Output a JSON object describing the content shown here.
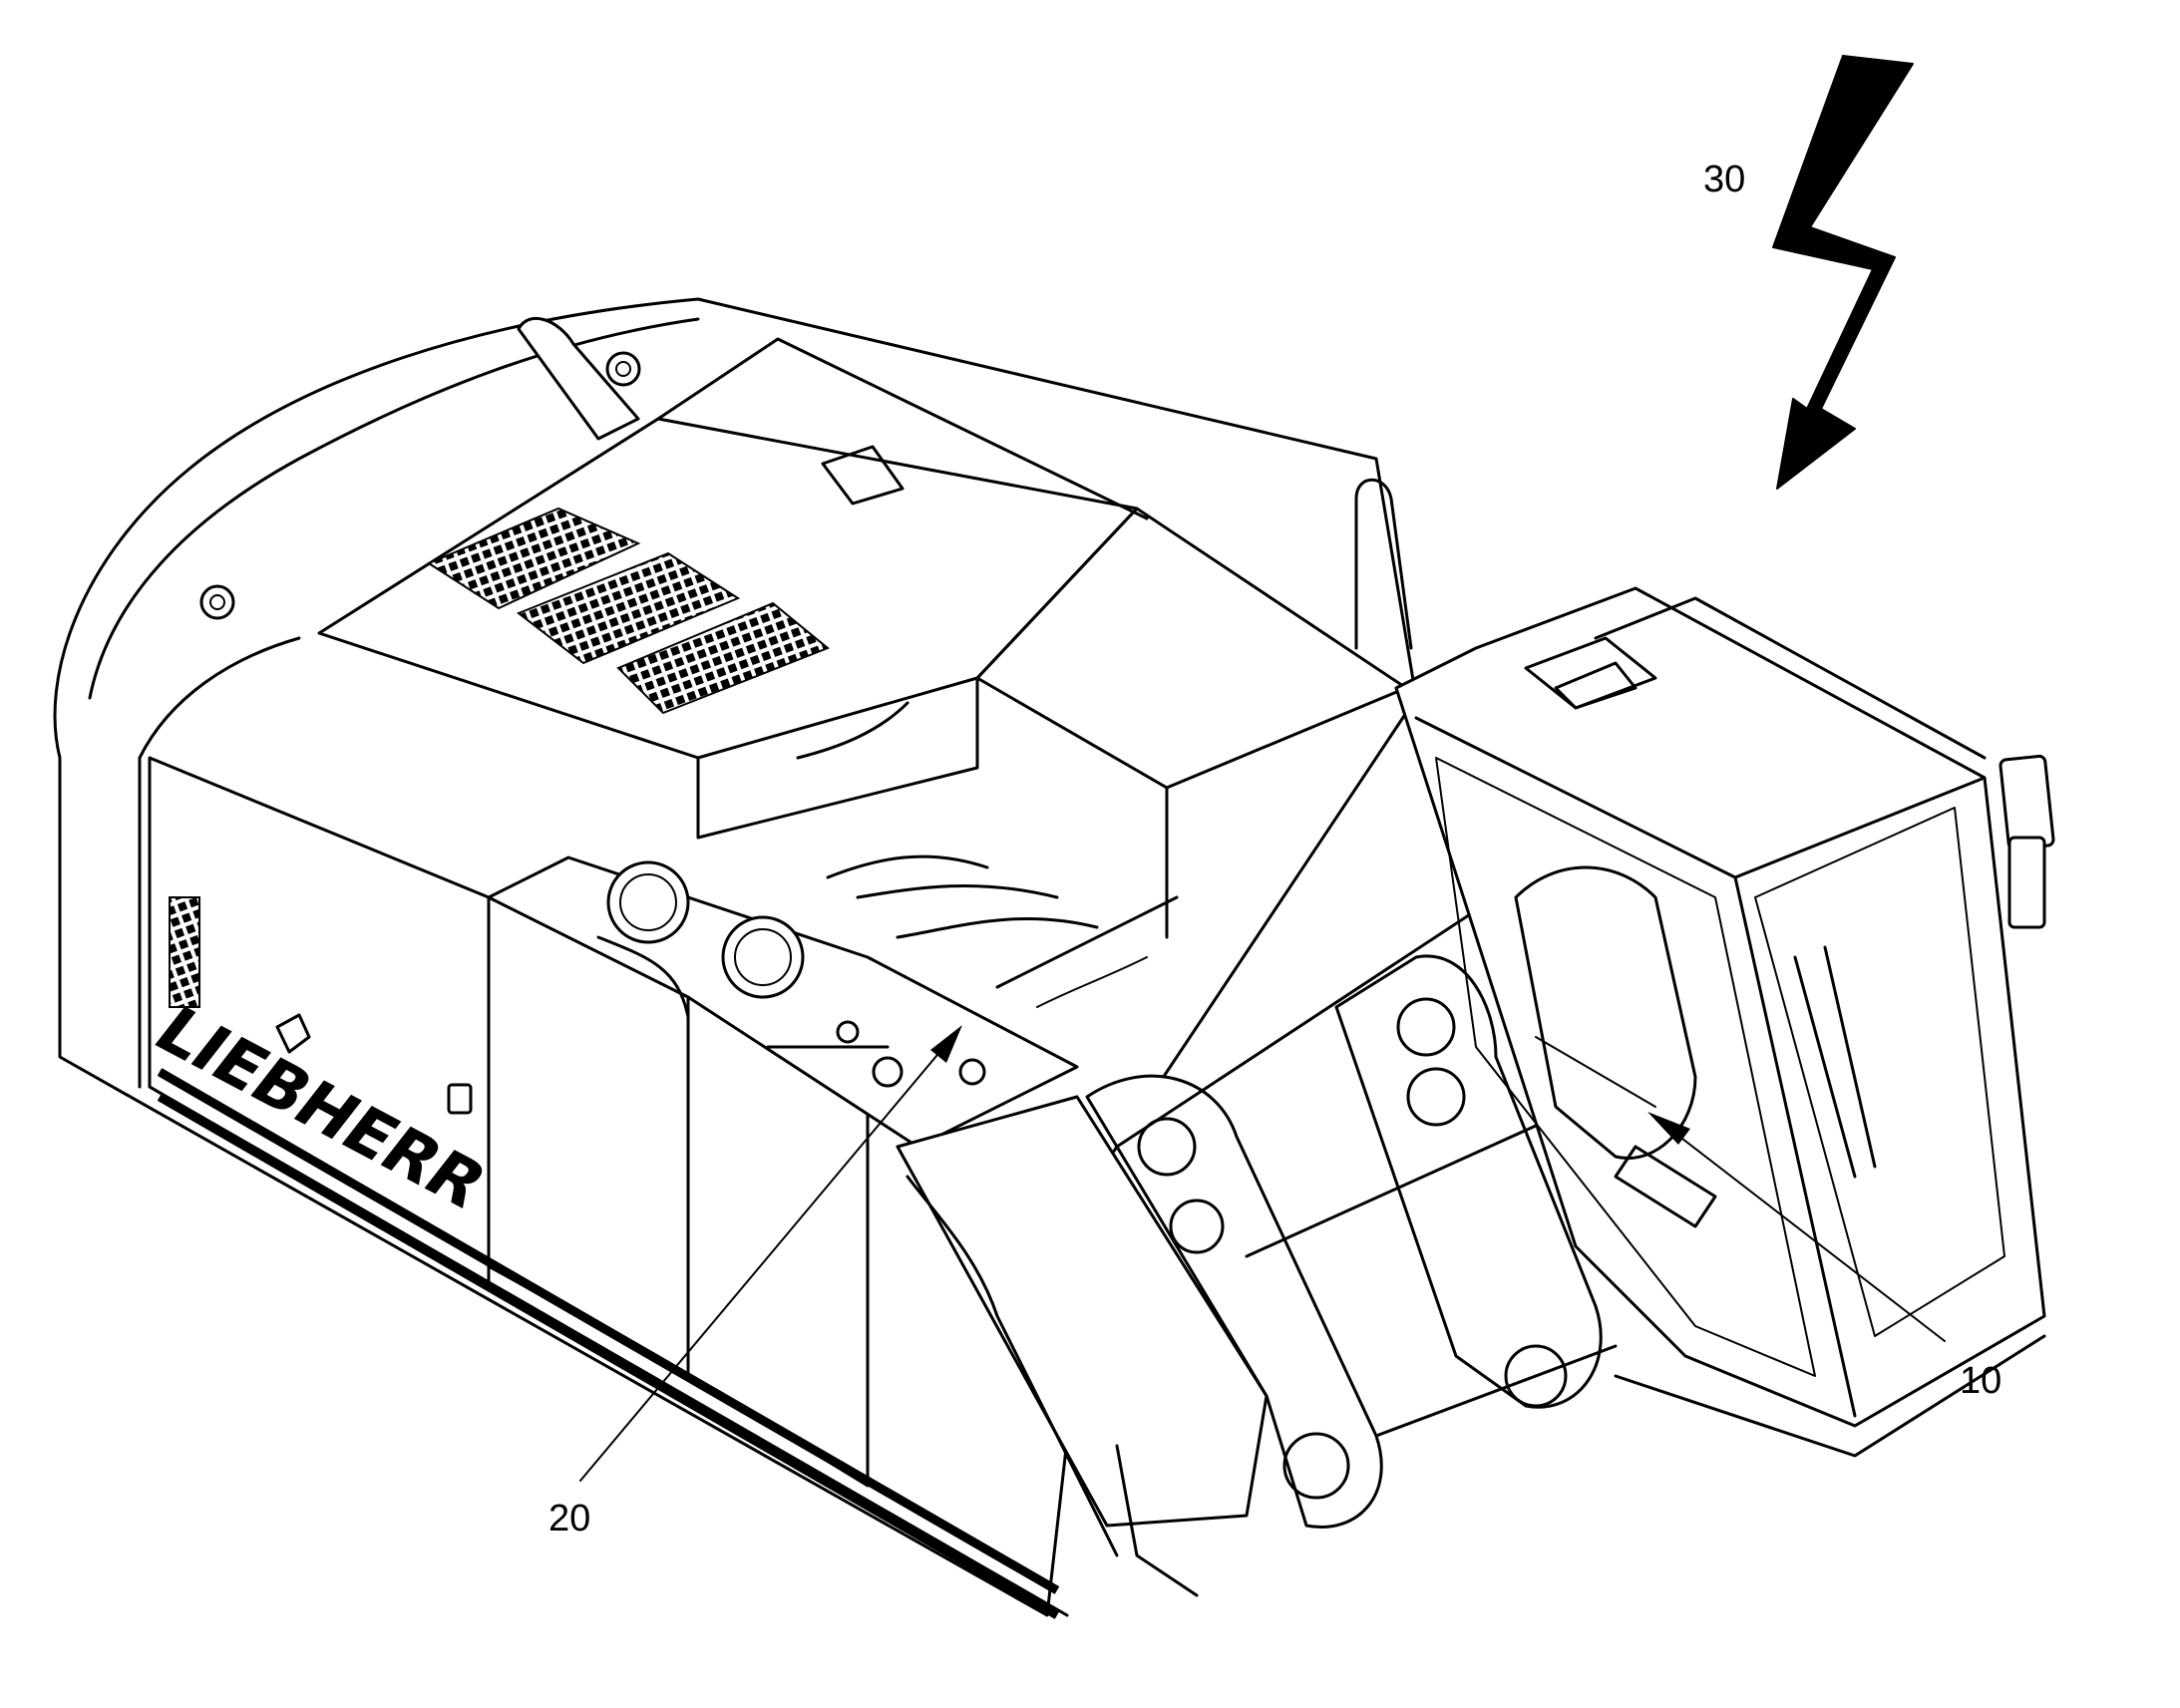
{
  "figure": {
    "labels": {
      "cab": "10",
      "engine_compartment": "20",
      "lightning": "30"
    },
    "logo": "LIEBHERR"
  }
}
